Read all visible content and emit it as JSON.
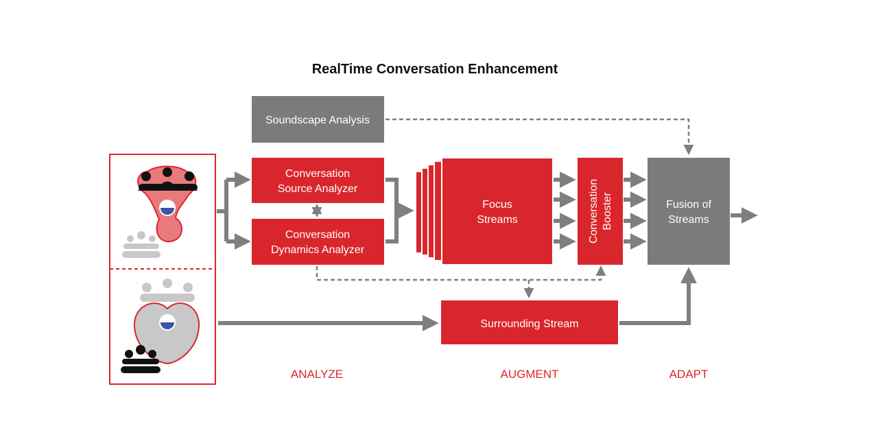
{
  "title": "RealTime Conversation Enhancement",
  "boxes": {
    "soundscape": "Soundscape Analysis",
    "source_analyzer": [
      "Conversation",
      "Source Analyzer"
    ],
    "dynamics_analyzer": [
      "Conversation",
      "Dynamics Analyzer"
    ],
    "focus_streams": [
      "Focus",
      "Streams"
    ],
    "booster": [
      "Conversation",
      "Booster"
    ],
    "fusion": [
      "Fusion of",
      "Streams"
    ],
    "surrounding": "Surrounding Stream"
  },
  "stages": [
    "ANALYZE",
    "AUGMENT",
    "ADAPT"
  ],
  "colors": {
    "red": "#d9262c",
    "gray": "#7b7b7b",
    "arrow": "#7f7f7f",
    "light_gray": "#c8c8c8",
    "blue": "#3a57a6"
  },
  "icons": [
    "listener-focus-icon",
    "listener-surround-icon",
    "group-of-people-icon"
  ]
}
